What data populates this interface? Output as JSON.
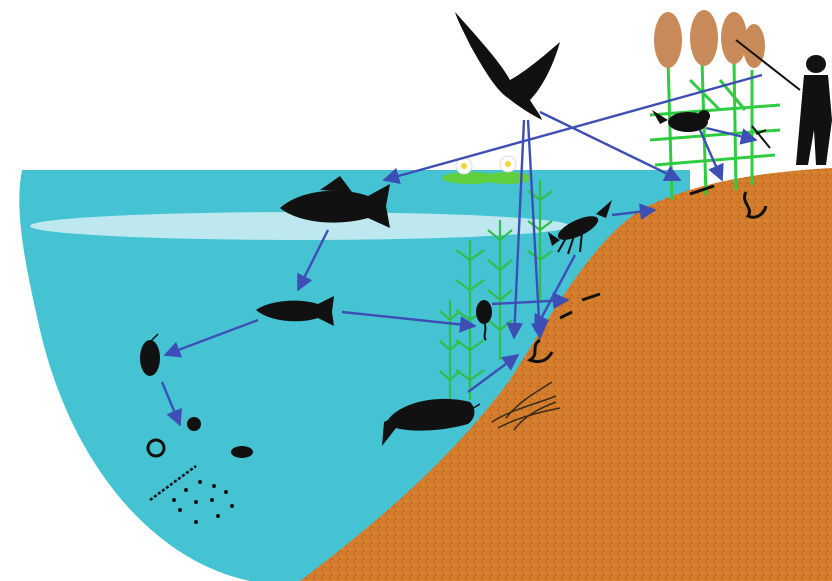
{
  "diagram": {
    "kind": "aquatic food web illustration",
    "colors": {
      "water": "#45c3d3",
      "water_highlight": "#bde8f0",
      "sediment": "#d37c2c",
      "sediment_speckle": "#b85f1c",
      "plant_green": "#2fbf4a",
      "reed_green": "#2ecc40",
      "reed_plume": "#c98a5a",
      "arrow": "#3d4fb5",
      "silhouette": "#111111",
      "lily_flower": "#ffffff",
      "lily_pad": "#5fcf3d"
    },
    "organisms": [
      "heron-flying",
      "fisherman",
      "red-winged-blackbird",
      "cattail-reeds",
      "bass",
      "minnow",
      "tadpole",
      "daphnia",
      "zooplankton",
      "algae",
      "crayfish",
      "catfish",
      "worm",
      "aquatic-plants",
      "water-lilies",
      "detritus"
    ],
    "flows": [
      {
        "from": "fisherman",
        "to": "bass"
      },
      {
        "from": "heron-flying",
        "to": "worm-upper"
      },
      {
        "from": "heron-flying",
        "to": "worm-mid"
      },
      {
        "from": "heron-flying",
        "to": "tadpole"
      },
      {
        "from": "bass",
        "to": "minnow"
      },
      {
        "from": "minnow",
        "to": "daphnia"
      },
      {
        "from": "minnow",
        "to": "tadpole"
      },
      {
        "from": "daphnia",
        "to": "zooplankton"
      },
      {
        "from": "crayfish",
        "to": "detritus"
      },
      {
        "from": "crayfish",
        "to": "shore"
      },
      {
        "from": "catfish",
        "to": "worm-mid"
      },
      {
        "from": "blackbird",
        "to": "worm-upper"
      },
      {
        "from": "blackbird",
        "to": "dragonfly"
      }
    ]
  }
}
